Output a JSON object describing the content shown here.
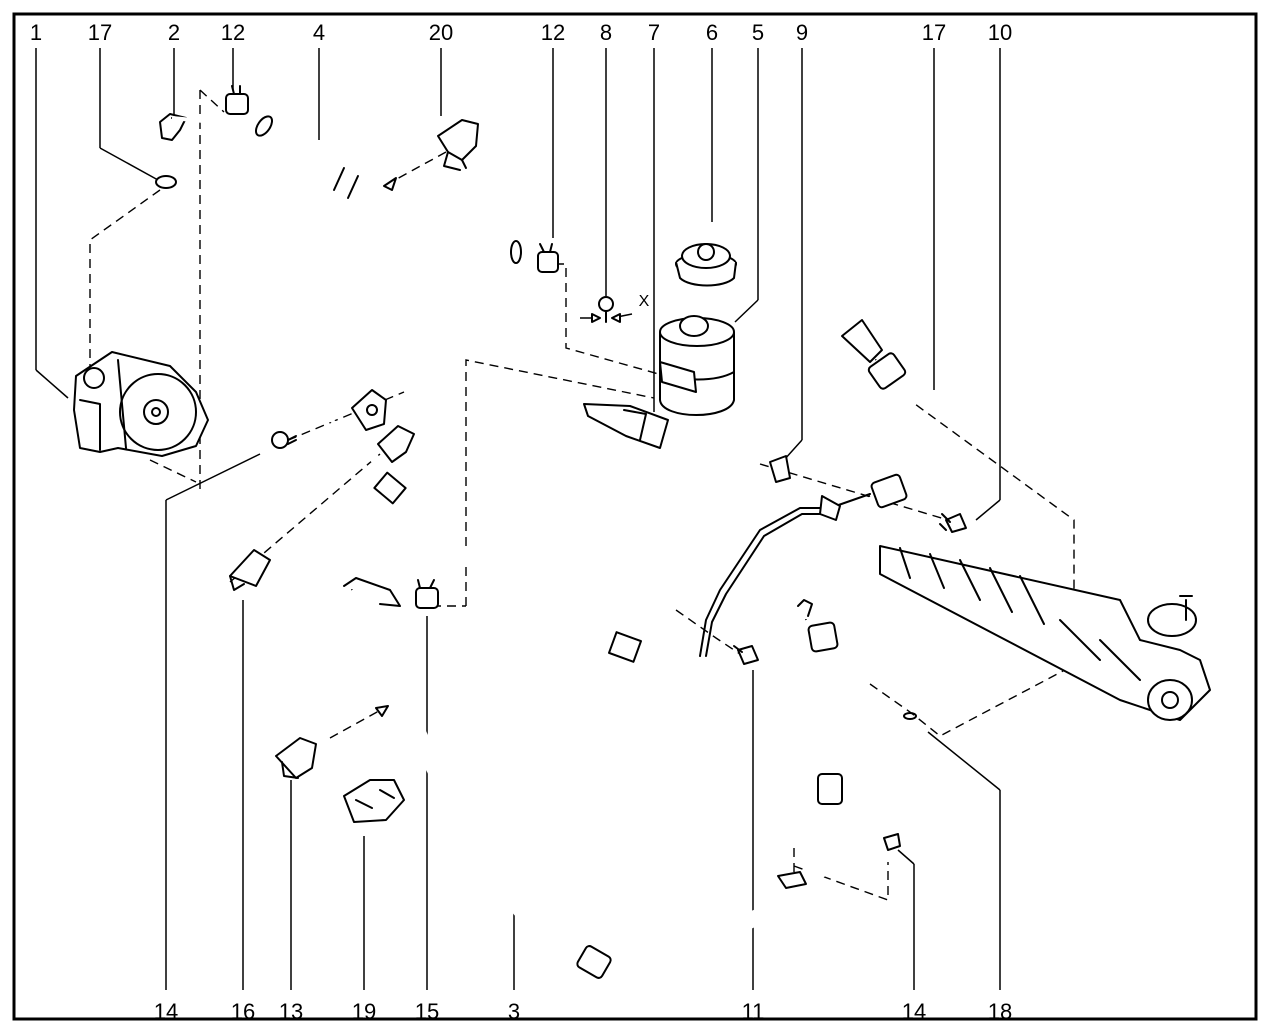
{
  "callouts": {
    "top": [
      "1",
      "17",
      "2",
      "12",
      "4",
      "20",
      "12",
      "8",
      "7",
      "6",
      "5",
      "9",
      "17",
      "10"
    ],
    "bottom": [
      "14",
      "16",
      "13",
      "19",
      "15",
      "3",
      "11",
      "14",
      "18"
    ]
  },
  "annotations": {
    "x_marker": "X"
  }
}
